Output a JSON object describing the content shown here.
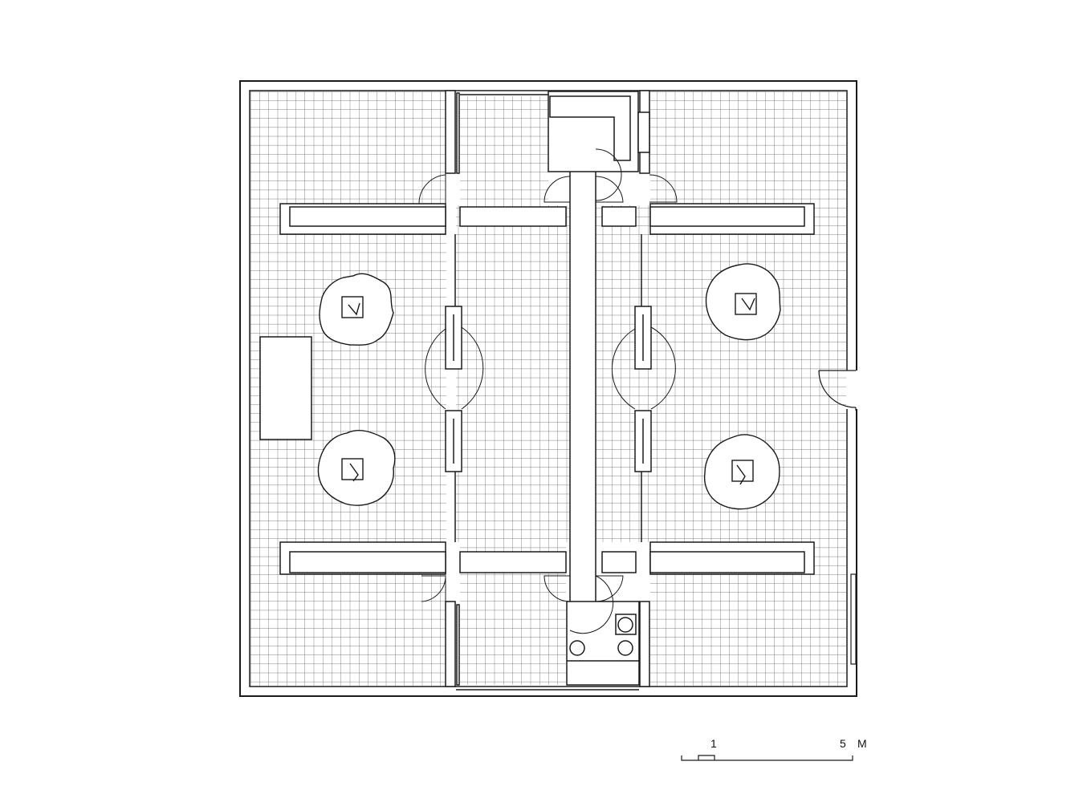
{
  "scale_bar": {
    "label_start": "1",
    "label_end": "5",
    "unit": "M"
  },
  "colors": {
    "line": "#1a1a1a",
    "grid": "#5a5a5a",
    "background": "#ffffff"
  }
}
